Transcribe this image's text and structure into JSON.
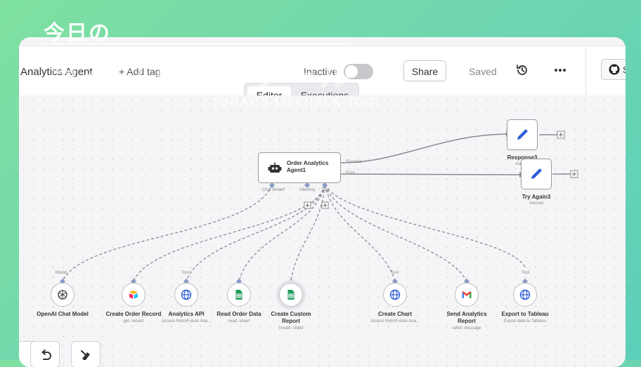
{
  "overlay": {
    "title": "今日の",
    "big": "ライフハックツール",
    "sub": "TODAY'S LIFEHACK TOOL"
  },
  "header": {
    "workflow_name": "Analytics Agent",
    "add_tag": "+ Add tag",
    "inactive_label": "Inactive",
    "share": "Share",
    "saved": "Saved",
    "github_label": "S"
  },
  "tabs": [
    {
      "label": "Editor",
      "active": true
    },
    {
      "label": "Executions",
      "active": false
    }
  ],
  "agent": {
    "name_line1": "Order Analytics",
    "name_line2": "Agent1",
    "port_success": "Success",
    "port_error": "Error",
    "port_chat_model": "Chat Model*",
    "port_memory": "Memory",
    "port_tool": "Tool"
  },
  "actions": [
    {
      "name": "Response3",
      "sub": "manual"
    },
    {
      "name": "Try Again3",
      "sub": "manual"
    }
  ],
  "tools": [
    {
      "port": "Model",
      "name": "OpenAI Chat Model",
      "sub": "",
      "icon": "openai-icon"
    },
    {
      "port": "",
      "name": "Create Order Record",
      "sub": "get: record",
      "icon": "airtable-icon"
    },
    {
      "port": "Tool",
      "name": "Analytics API",
      "sub": "Access RetroFuture Ana...",
      "icon": "globe-icon"
    },
    {
      "port": "",
      "name": "Read Order Data",
      "sub": "read: sheet",
      "icon": "sheets-icon"
    },
    {
      "port": "",
      "name": "Create Custom Report",
      "sub": "create: sheet",
      "icon": "sheets-icon"
    },
    {
      "port": "Tool",
      "name": "Create Chart",
      "sub": "Access RetroFuture Ana...",
      "icon": "globe-icon"
    },
    {
      "port": "",
      "name": "Send Analytics Report",
      "sub": "send: message",
      "icon": "gmail-icon"
    },
    {
      "port": "Tool",
      "name": "Export to Tableau",
      "sub": "Export data to Tableau",
      "icon": "globe-icon"
    }
  ],
  "colors": {
    "accent_blue": "#2d5bd8",
    "sheets_green": "#1e9e5a",
    "edge_gray": "#8a8a92"
  }
}
